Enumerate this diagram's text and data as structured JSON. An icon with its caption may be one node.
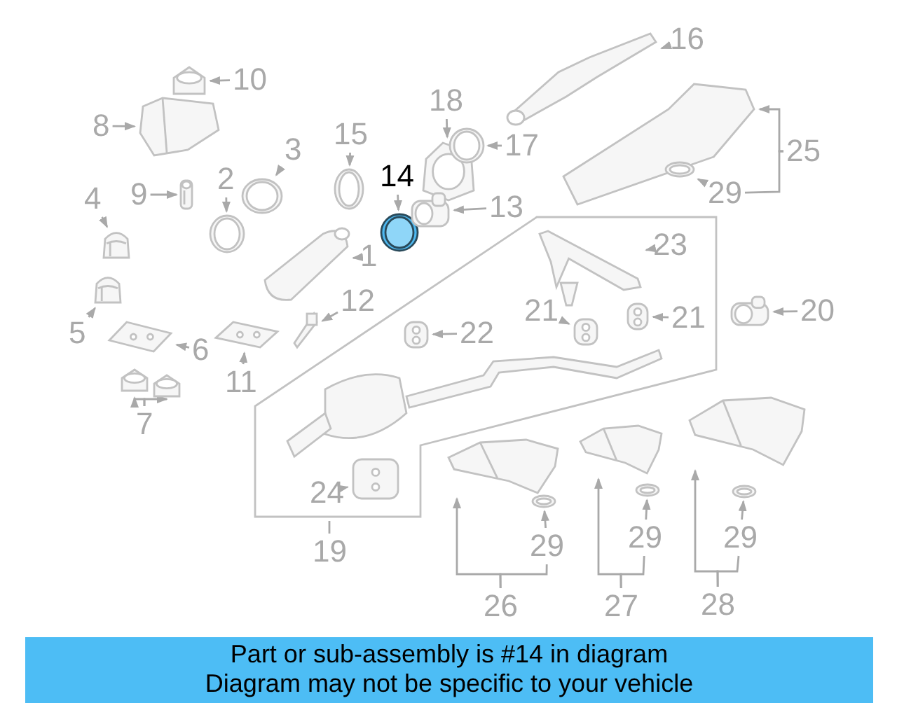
{
  "diagram": {
    "nodes": [
      {
        "text": [
          "10"
        ]
      },
      {
        "text": [],
        "shape": "picture"
      },
      {
        "text": [
          "16"
        ]
      },
      {
        "text": [],
        "shape": "picture"
      },
      {
        "text": [
          "8"
        ]
      },
      {
        "text": [],
        "shape": "picture"
      },
      {
        "text": [
          "18"
        ]
      },
      {
        "text": [],
        "shape": "picture"
      },
      {
        "text": [
          "15"
        ]
      },
      {
        "text": [],
        "shape": "picture"
      },
      {
        "text": [
          "3"
        ]
      },
      {
        "text": [],
        "shape": "picture"
      },
      {
        "text": [
          "17"
        ]
      },
      {
        "text": [],
        "shape": "picture"
      },
      {
        "text": [
          "25"
        ]
      },
      {
        "text": [],
        "shape": "picture"
      },
      {
        "text": [
          "14"
        ]
      },
      {
        "text": [],
        "shape": "picture"
      },
      {
        "text": [
          "2"
        ]
      },
      {
        "text": [],
        "shape": "picture"
      },
      {
        "text": [
          "9"
        ]
      },
      {
        "text": [],
        "shape": "picture"
      },
      {
        "text": [
          "13"
        ]
      },
      {
        "text": [],
        "shape": "picture"
      },
      {
        "text": [
          "29"
        ]
      },
      {
        "text": [],
        "shape": "picture"
      },
      {
        "text": [
          "4"
        ]
      },
      {
        "text": [],
        "shape": "picture"
      },
      {
        "text": [
          "1"
        ]
      },
      {
        "text": [],
        "shape": "picture"
      },
      {
        "text": [
          "12"
        ]
      },
      {
        "text": [],
        "shape": "picture"
      },
      {
        "text": [
          "5"
        ]
      },
      {
        "text": [],
        "shape": "picture"
      },
      {
        "text": [
          "6"
        ]
      },
      {
        "text": [],
        "shape": "picture"
      },
      {
        "text": [
          "11"
        ]
      },
      {
        "text": [],
        "shape": "picture"
      },
      {
        "text": [
          "20"
        ]
      },
      {
        "text": [],
        "shape": "picture"
      },
      {
        "text": [],
        "shape": "box"
      },
      {
        "text": [
          "23"
        ],
        "in": 40
      },
      {
        "text": [],
        "shape": "picture",
        "in": 40
      },
      {
        "text": [
          "21"
        ],
        "in": 40
      },
      {
        "text": [],
        "shape": "picture",
        "in": 40
      },
      {
        "text": [
          "21"
        ],
        "in": 40
      },
      {
        "text": [],
        "shape": "picture",
        "in": 40
      },
      {
        "text": [
          "22"
        ],
        "in": 40
      },
      {
        "text": [],
        "shape": "picture",
        "in": 40
      },
      {
        "text": [
          "24"
        ],
        "in": 40
      },
      {
        "text": [],
        "shape": "picture",
        "in": 40
      },
      {
        "text": [
          "7"
        ]
      },
      {
        "text": [],
        "shape": "picture"
      },
      {
        "text": [],
        "shape": "picture"
      },
      {
        "text": [
          "19"
        ]
      },
      {
        "text": [],
        "shape": "picture"
      },
      {
        "text": [],
        "shape": "picture"
      },
      {
        "text": [
          "29"
        ]
      },
      {
        "text": [
          "26"
        ]
      },
      {
        "text": [],
        "shape": "picture"
      },
      {
        "text": [],
        "shape": "picture"
      },
      {
        "text": [
          "29"
        ]
      },
      {
        "text": [
          "27"
        ]
      },
      {
        "text": [],
        "shape": "picture"
      },
      {
        "text": [],
        "shape": "picture"
      },
      {
        "text": [
          "29"
        ]
      },
      {
        "text": [
          "28"
        ]
      },
      {
        "text": [
          "Part or sub-assembly is #14 in diagram",
          "Diagram may not be specific to your vehicle"
        ]
      }
    ],
    "edges": [
      {
        "from": 0,
        "to": 1,
        "arrow": "to"
      },
      {
        "from": 2,
        "to": 3,
        "arrow": "to"
      },
      {
        "from": 4,
        "to": 5,
        "arrow": "to"
      },
      {
        "from": 6,
        "to": 7,
        "arrow": "to"
      },
      {
        "from": 8,
        "to": 9,
        "arrow": "to"
      },
      {
        "from": 10,
        "to": 11,
        "arrow": "to"
      },
      {
        "from": 12,
        "to": 13,
        "arrow": "to"
      },
      {
        "from": 14,
        "to": 15,
        "arrow": "to"
      },
      {
        "from": 14,
        "to": 24,
        "arrow": "none"
      },
      {
        "from": 16,
        "to": 17,
        "arrow": "to"
      },
      {
        "from": 18,
        "to": 19,
        "arrow": "to"
      },
      {
        "from": 20,
        "to": 21,
        "arrow": "to"
      },
      {
        "from": 22,
        "to": 23,
        "arrow": "to"
      },
      {
        "from": 24,
        "to": 25,
        "arrow": "to"
      },
      {
        "from": 26,
        "to": 27,
        "arrow": "to"
      },
      {
        "from": 28,
        "to": 29,
        "arrow": "to"
      },
      {
        "from": 30,
        "to": 31,
        "arrow": "to"
      },
      {
        "from": 32,
        "to": 33,
        "arrow": "to"
      },
      {
        "from": 34,
        "to": 35,
        "arrow": "to"
      },
      {
        "from": 36,
        "to": 37,
        "arrow": "to"
      },
      {
        "from": 38,
        "to": 39,
        "arrow": "to"
      },
      {
        "from": 41,
        "to": 42,
        "arrow": "to"
      },
      {
        "from": 43,
        "to": 44,
        "arrow": "to"
      },
      {
        "from": 45,
        "to": 46,
        "arrow": "to"
      },
      {
        "from": 47,
        "to": 48,
        "arrow": "to"
      },
      {
        "from": 49,
        "to": 50,
        "arrow": "to"
      },
      {
        "from": 51,
        "to": 52,
        "arrow": "to"
      },
      {
        "from": 51,
        "to": 53,
        "arrow": "to"
      },
      {
        "from": 54,
        "to": 40,
        "arrow": "none"
      },
      {
        "from": 57,
        "to": 56,
        "arrow": "to"
      },
      {
        "from": 58,
        "to": 55,
        "arrow": "to"
      },
      {
        "from": 58,
        "to": 57,
        "arrow": "none"
      },
      {
        "from": 61,
        "to": 60,
        "arrow": "to"
      },
      {
        "from": 62,
        "to": 59,
        "arrow": "to"
      },
      {
        "from": 62,
        "to": 61,
        "arrow": "none"
      },
      {
        "from": 65,
        "to": 64,
        "arrow": "to"
      },
      {
        "from": 66,
        "to": 63,
        "arrow": "to"
      },
      {
        "from": 66,
        "to": 65,
        "arrow": "none"
      }
    ]
  }
}
